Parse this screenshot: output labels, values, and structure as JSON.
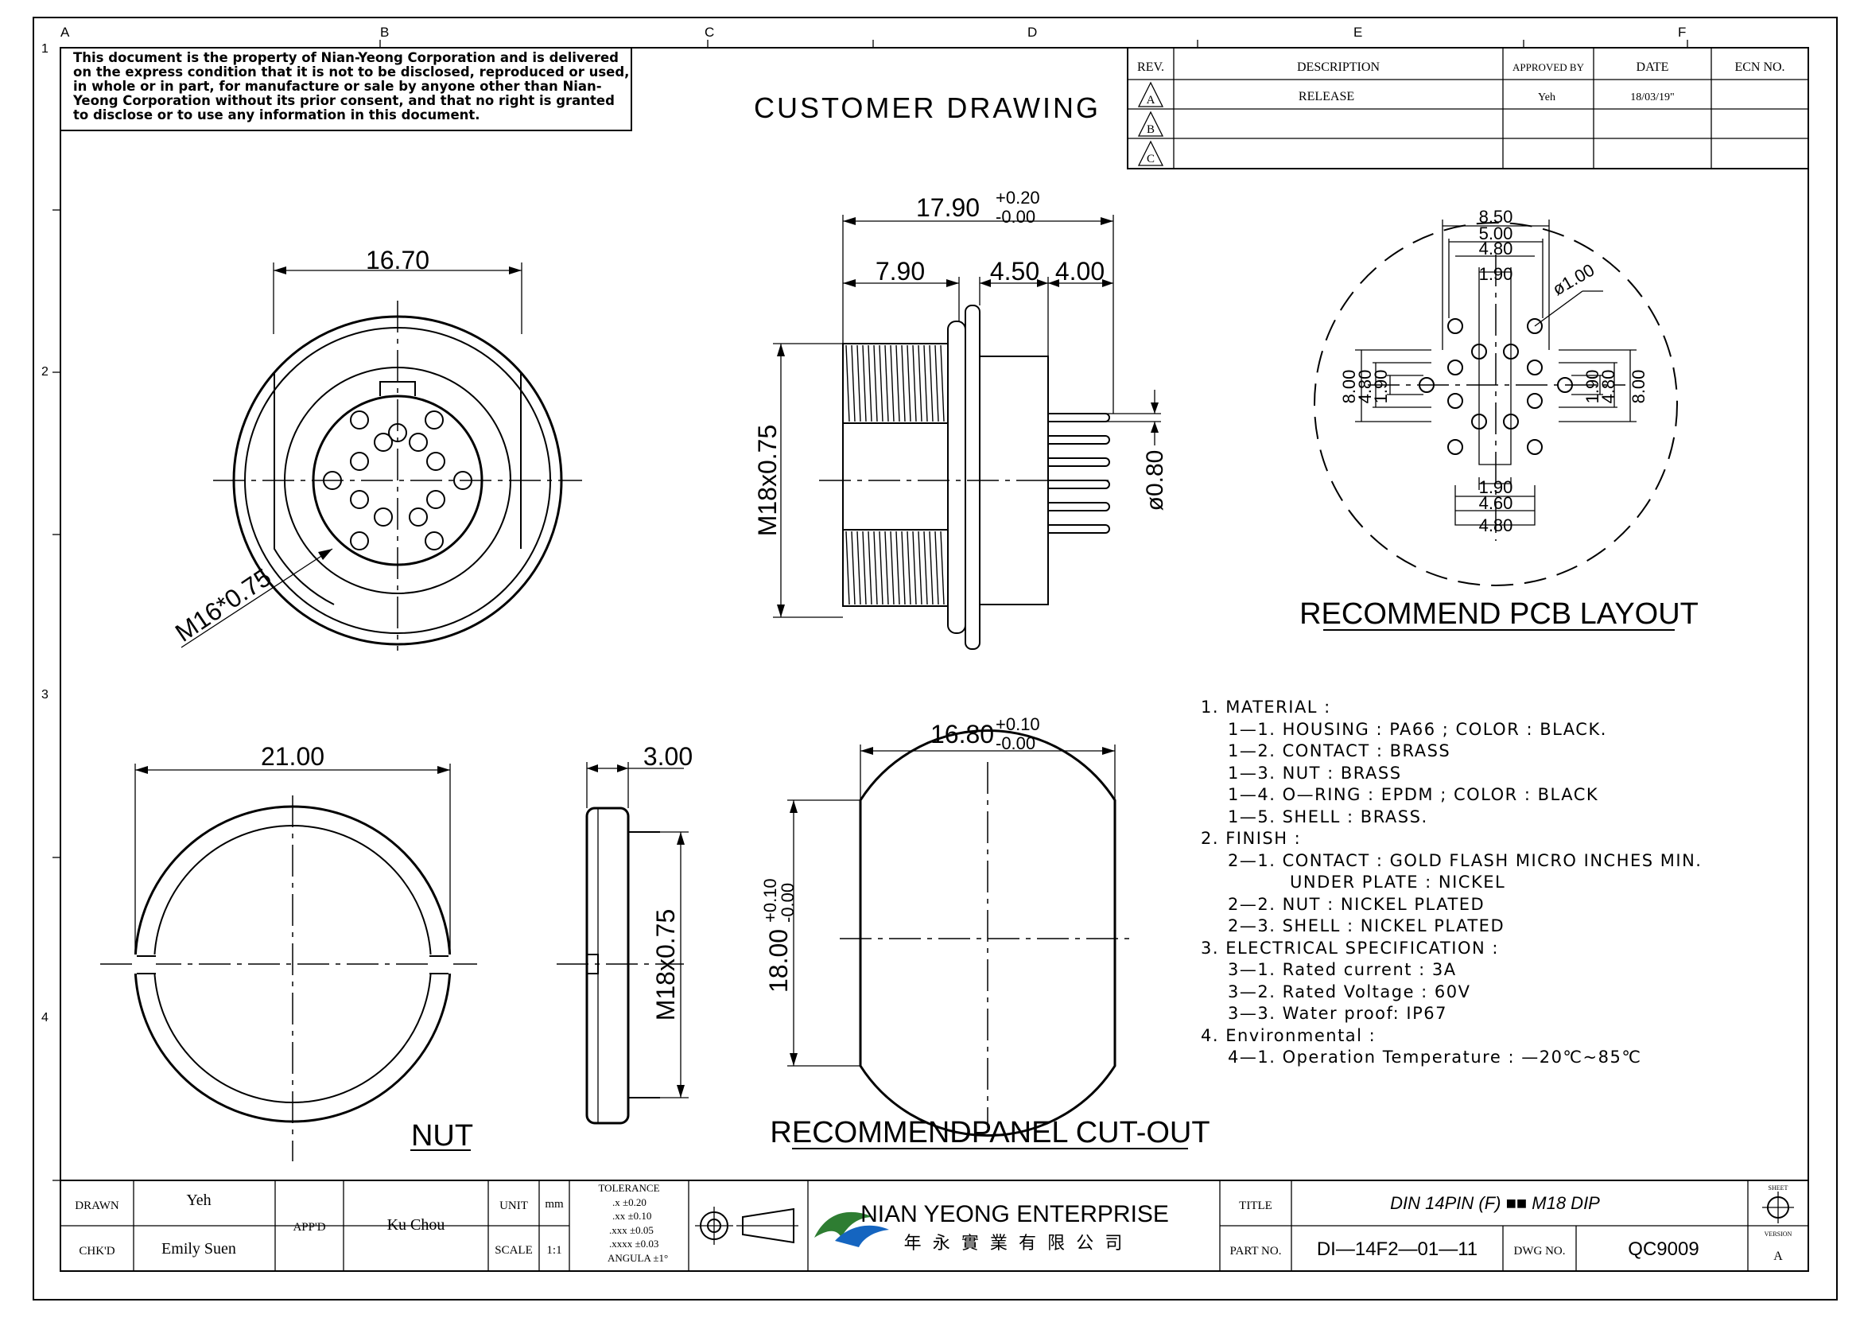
{
  "notice": "This document is the property of Nian-Yeong Corporation and is delivered on the express condition that it is not to be disclosed, reproduced or used, in whole or in part, for manufacture or sale by anyone other than Nian-Yeong Corporation without its prior consent, and that no right is granted to disclose or to use any information in this document.",
  "drawing_title": "CUSTOMER DRAWING",
  "zone_columns": [
    "A",
    "B",
    "C",
    "D",
    "E",
    "F"
  ],
  "zone_rows": [
    "1",
    "2",
    "3",
    "4"
  ],
  "revision_table": {
    "headers": [
      "REV.",
      "DESCRIPTION",
      "APPROVED BY",
      "DATE",
      "ECN NO."
    ],
    "rows": [
      {
        "rev": "A",
        "description": "RELEASE",
        "approved": "Yeh",
        "date": "18/03/19\"",
        "ecn": ""
      },
      {
        "rev": "B",
        "description": "",
        "approved": "",
        "date": "",
        "ecn": ""
      },
      {
        "rev": "C",
        "description": "",
        "approved": "",
        "date": "",
        "ecn": ""
      }
    ]
  },
  "views": {
    "front": {
      "dim_width": "16.70",
      "thread": "M16*0.75"
    },
    "side": {
      "overall": "17.90",
      "overall_tol_plus": "+0.20",
      "overall_tol_minus": "-0.00",
      "d1": "7.90",
      "d2": "4.50",
      "d3": "4.00",
      "thread": "M18x0.75",
      "pin_dia": "ø0.80"
    },
    "pcb": {
      "title": "RECOMMEND PCB LAYOUT",
      "top_dims": [
        "8.50",
        "5.00",
        "4.80",
        "1.90"
      ],
      "hole_dia": "ø1.00",
      "left_dims": [
        "8.00",
        "4.80",
        "1.90"
      ],
      "right_dims": [
        "1.90",
        "4.80",
        "8.00"
      ],
      "bottom_dims": [
        "1.90",
        "4.60",
        "4.80"
      ]
    },
    "nut": {
      "title": "NUT",
      "dia": "21.00",
      "thickness": "3.00",
      "thread": "M18x0.75"
    },
    "panel": {
      "title": "RECOMMENDPANEL CUT-OUT",
      "width": "16.80",
      "width_tol_plus": "+0.10",
      "width_tol_minus": "-0.00",
      "height": "18.00",
      "height_tol_plus": "+0.10",
      "height_tol_minus": "-0.00"
    }
  },
  "notes": [
    "1.  MATERIAL  :",
    "    1—1.  HOUSING  :  PA66  ;  COLOR  :  BLACK.",
    "    1—2.  CONTACT  :  BRASS",
    "    1—3.  NUT  :  BRASS",
    "    1—4.  O—RING  :  EPDM  ;  COLOR  :  BLACK",
    "    1—5.  SHELL  :  BRASS.",
    "2.  FINISH  :",
    "    2—1.  CONTACT  :  GOLD  FLASH  MICRO  INCHES  MIN.",
    "           UNDER  PLATE  :  NICKEL",
    "    2—2.  NUT  :  NICKEL  PLATED",
    "    2—3.  SHELL  :  NICKEL  PLATED",
    "3.  ELECTRICAL  SPECIFICATION  :",
    "    3—1.  Rated  current  :  3A",
    "    3—2.  Rated  Voltage  :  60V",
    "    3—3.  Water  proof:  IP67",
    "4.  Environmental  :",
    "    4—1.  Operation  Temperature  :  —20℃~85℃"
  ],
  "title_block": {
    "drawn_label": "DRAWN",
    "drawn": "Yeh",
    "chkd_label": "CHK'D",
    "chkd": "Emily Suen",
    "appd_label": "APP'D",
    "appd": "Ku Chou",
    "unit_label": "UNIT",
    "unit": "mm",
    "scale_label": "SCALE",
    "scale": "1:1",
    "tolerance_title": "TOLERANCE",
    "tolerances": [
      ".x    ±0.20",
      ".xx    ±0.10",
      ".xxx   ±0.05",
      ".xxxx  ±0.03",
      "ANGULA ±1°"
    ],
    "company_en": "NIAN YEONG ENTERPRISE",
    "company_zh": "年 永 實 業 有 限 公 司",
    "title_label": "TITLE",
    "title": "DIN  14PIN  (F)  ■■  M18  DIP",
    "part_label": "PART NO.",
    "part": "DI—14F2—01—11",
    "dwg_label": "DWG NO.",
    "dwg": "QC9009",
    "sheet_label": "SHEET",
    "version_label": "VERSION",
    "version": "A"
  }
}
